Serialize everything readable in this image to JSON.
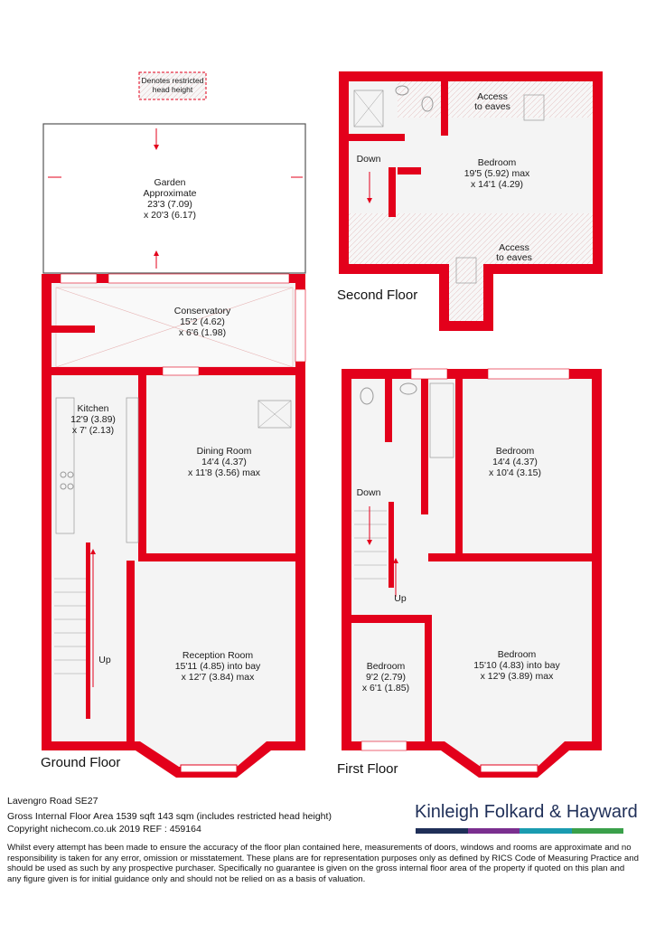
{
  "legend": {
    "line1": "Denotes restricted",
    "line2": "head height"
  },
  "garden": {
    "name": "Garden",
    "sub": "Approximate",
    "dim1": "23'3 (7.09)",
    "dim2": "x 20'3 (6.17)"
  },
  "ground_floor": {
    "title": "Ground Floor",
    "conservatory": {
      "name": "Conservatory",
      "dim1": "15'2 (4.62)",
      "dim2": "x 6'6 (1.98)"
    },
    "kitchen": {
      "name": "Kitchen",
      "dim1": "12'9 (3.89)",
      "dim2": "x 7' (2.13)"
    },
    "dining": {
      "name": "Dining Room",
      "dim1": "14'4 (4.37)",
      "dim2": "x 11'8 (3.56) max"
    },
    "reception": {
      "name": "Reception Room",
      "dim1": "15'11 (4.85) into bay",
      "dim2": "x 12'7 (3.84) max"
    },
    "up": "Up"
  },
  "first_floor": {
    "title": "First Floor",
    "bedroom_rear": {
      "name": "Bedroom",
      "dim1": "14'4 (4.37)",
      "dim2": "x 10'4 (3.15)"
    },
    "bedroom_small": {
      "name": "Bedroom",
      "dim1": "9'2 (2.79)",
      "dim2": "x 6'1 (1.85)"
    },
    "bedroom_front": {
      "name": "Bedroom",
      "dim1": "15'10 (4.83) into bay",
      "dim2": "x 12'9 (3.89) max"
    },
    "down": "Down",
    "up": "Up"
  },
  "second_floor": {
    "title": "Second Floor",
    "bedroom": {
      "name": "Bedroom",
      "dim1": "19'5 (5.92) max",
      "dim2": "x 14'1 (4.29)"
    },
    "access1": {
      "line1": "Access",
      "line2": "to eaves"
    },
    "access2": {
      "line1": "Access",
      "line2": "to eaves"
    },
    "down": "Down"
  },
  "footer": {
    "address": "Lavengro Road SE27",
    "area": "Gross Internal Floor Area 1539 sqft 143 sqm (includes restricted head height)",
    "copyright": "Copyright nichecom.co.uk 2019 REF : 459164",
    "disclaimer": "Whilst every attempt has been made to ensure the accuracy of the floor plan contained here, measurements of doors, windows and rooms are approximate and no responsibility is taken for any error, omission or misstatement.  These plans are for representation purposes only as defined by RICS Code of Measuring Practice and should be used as such by any prospective purchaser.  Specifically no guarantee is given on the gross internal floor area of the property if quoted on this plan and any figure given is for initial guidance only and should not be relied on as a basis of valuation."
  },
  "brand": {
    "name": "Kinleigh Folkard & Hayward",
    "bar_colors": [
      "#1f2f58",
      "#7a2f8f",
      "#1a9bb0",
      "#3aa04a"
    ]
  },
  "colors": {
    "wall": "#e3001b",
    "floor": "#f4f4f4",
    "text": "#1a1a1a"
  }
}
